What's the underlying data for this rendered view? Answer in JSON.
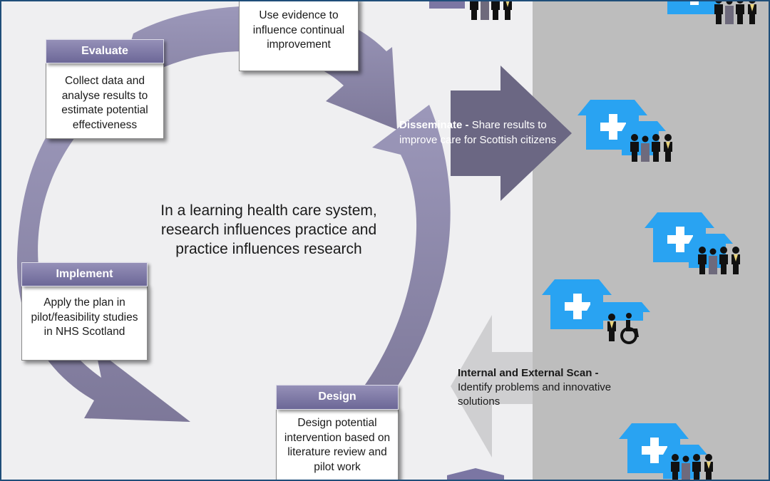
{
  "center_text": "In a learning health care system, research influences practice and practice influences research",
  "boxes": {
    "top": {
      "text": "Use evidence to influence continual improvement"
    },
    "evaluate": {
      "header": "Evaluate",
      "text": "Collect data and analyse results to estimate potential effectiveness"
    },
    "implement": {
      "header": "Implement",
      "text": "Apply the plan in pilot/feasibility studies in NHS Scotland"
    },
    "design": {
      "header": "Design",
      "text": "Design potential intervention based on literature review and pilot work"
    }
  },
  "disseminate": {
    "title": "Disseminate -",
    "text": "Share results to improve care for Scottish citizens"
  },
  "scan": {
    "title": "Internal and External Scan -",
    "text": "Identify problems and innovative solutions"
  },
  "colors": {
    "cycle_arrow": "#8e89ad",
    "disseminate_arrow": "#6b6783",
    "scan_arrow": "#cfcfd1",
    "grey_panel": "#bdbdbd",
    "house": "#29a3f2",
    "header": "#7b76a3"
  },
  "icons": [
    "house-cross-icon",
    "people-group-icon",
    "wheelchair-icon"
  ]
}
